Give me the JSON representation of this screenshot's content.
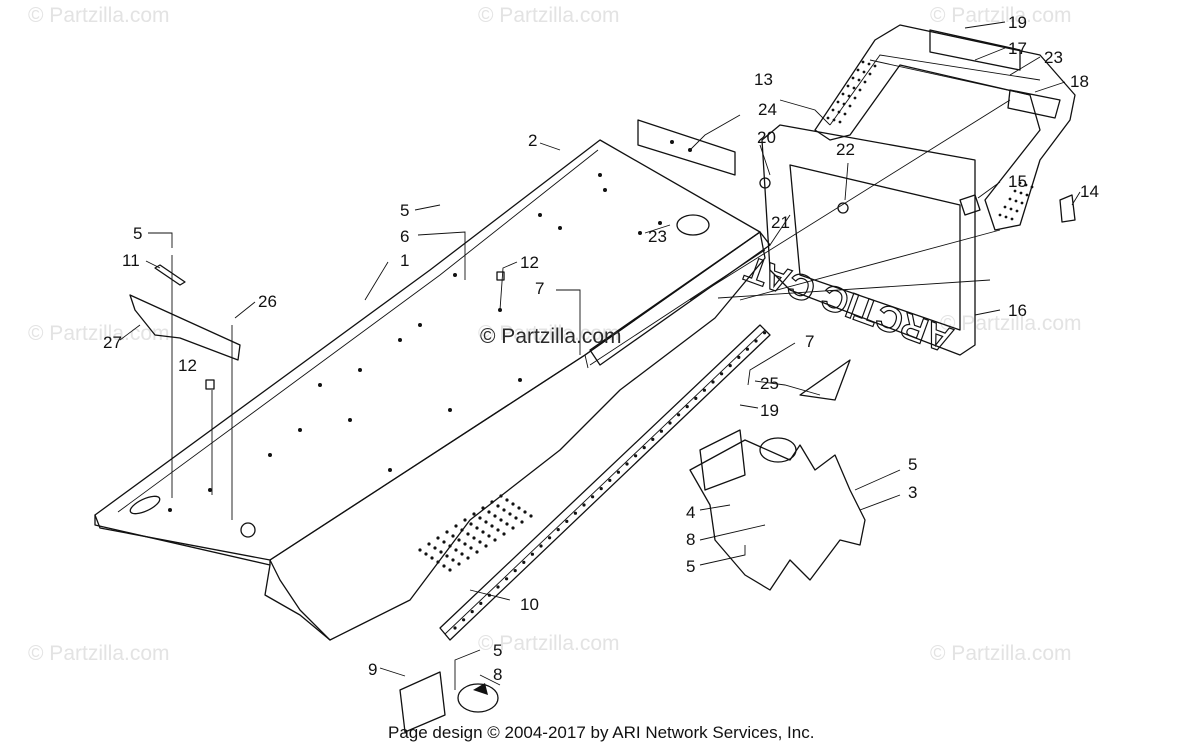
{
  "watermarks": [
    {
      "text": "© Partzilla.com"
    },
    {
      "text": "© Partzilla.com"
    },
    {
      "text": "© Partzilla.com"
    },
    {
      "text": "© Partzilla.com"
    },
    {
      "text": "© Partzilla.com"
    },
    {
      "text": "© Partzilla.com"
    },
    {
      "text": "© Partzilla.com"
    },
    {
      "text": "© Partzilla.com"
    },
    {
      "text": "© Partzilla.com"
    }
  ],
  "center_watermark": "© Partzilla.com",
  "callouts": [
    "1",
    "2",
    "3",
    "4",
    "5",
    "5",
    "5",
    "5",
    "5",
    "6",
    "7",
    "7",
    "8",
    "8",
    "9",
    "10",
    "11",
    "12",
    "12",
    "13",
    "14",
    "15",
    "16",
    "17",
    "18",
    "19",
    "19",
    "20",
    "21",
    "22",
    "23",
    "23",
    "24",
    "25",
    "26",
    "27"
  ],
  "flap_text": "ARCTIC CAT",
  "footer": "Page design © 2004-2017 by ARI Network Services, Inc."
}
